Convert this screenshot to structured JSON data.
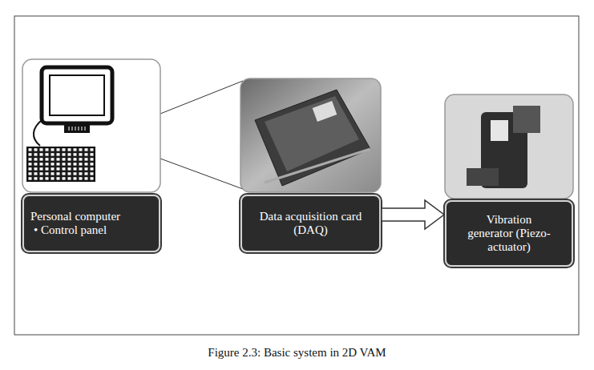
{
  "diagram": {
    "caption": "Figure 2.3: Basic system in 2D VAM",
    "nodes": [
      {
        "text": [
          "Personal computer",
          "• Control panel"
        ]
      },
      {
        "text": [
          "Data acquisition card (DAQ)"
        ]
      },
      {
        "text": [
          "Vibration generator (Piezo-actuator)"
        ]
      }
    ],
    "edges": [
      {
        "from": 1,
        "to": 2,
        "arrow": "to"
      }
    ]
  }
}
